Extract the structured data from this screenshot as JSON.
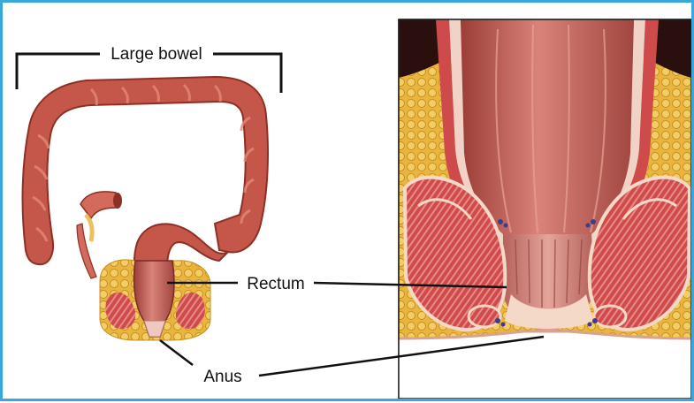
{
  "labels": {
    "large_bowel": "Large bowel",
    "rectum": "Rectum",
    "anus": "Anus"
  },
  "colors": {
    "frame": "#3ba8dc",
    "bowel": "#c4574a",
    "bowel_dark": "#8e2f26",
    "bowel_light": "#e48a78",
    "fat": "#e7b23a",
    "muscle": "#cf4a4a",
    "tissue_pink": "#f0c8c0",
    "leader": "#111111"
  }
}
